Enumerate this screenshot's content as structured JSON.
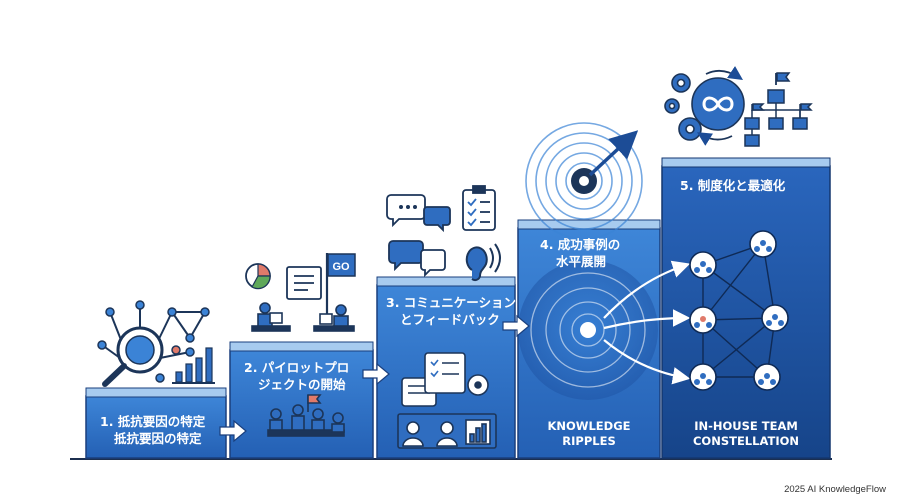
{
  "steps": [
    {
      "line1": "1. 抵抗要因の特定",
      "line2": "抵抗要因の特定"
    },
    {
      "line1": "2. パイロットプロ",
      "line2": "ジェクトの開始"
    },
    {
      "line1": "3. コミュニケーション",
      "line2": "とフィードバック"
    },
    {
      "line1": "4. 成功事例の",
      "line2": "水平展開"
    },
    {
      "line1": "5. 制度化と最適化",
      "line2": ""
    }
  ],
  "captions": {
    "knowledge_ripples_1": "KNOWLEDGE",
    "knowledge_ripples_2": "RIPPLES",
    "constellation_1": "IN-HOUSE TEAM",
    "constellation_2": "CONSTELLATION"
  },
  "flag_text": "GO",
  "footer": "2025 AI KnowledgeFlow",
  "colors": {
    "dark_blue": "#1f4e96",
    "mid_blue": "#2f6dc0",
    "light_blue": "#3b83d6",
    "top_light": "#9cc3ec",
    "icon_dark": "#1c3559"
  }
}
